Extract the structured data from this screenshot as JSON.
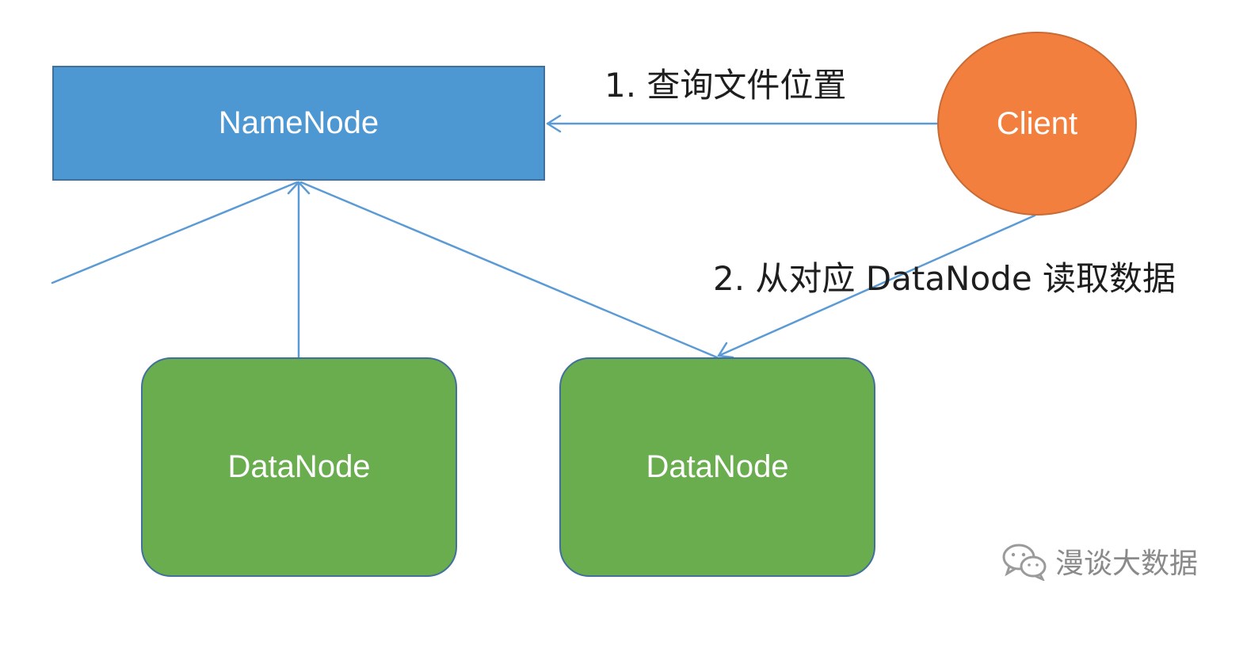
{
  "nodes": {
    "namenode": {
      "label": "NameNode",
      "color": "#4d98d2"
    },
    "client": {
      "label": "Client",
      "color": "#f27f3d"
    },
    "datanodes": [
      {
        "label": "DataNode",
        "color": "#6aad4e"
      },
      {
        "label": "DataNode",
        "color": "#6aad4e"
      }
    ]
  },
  "edges": {
    "color": "#5b9bd5",
    "steps": [
      {
        "label": "1. 查询文件位置"
      },
      {
        "label": "2. 从对应 DataNode 读取数据"
      }
    ]
  },
  "watermark": {
    "text": "漫谈大数据",
    "icon": "wechat-icon"
  }
}
